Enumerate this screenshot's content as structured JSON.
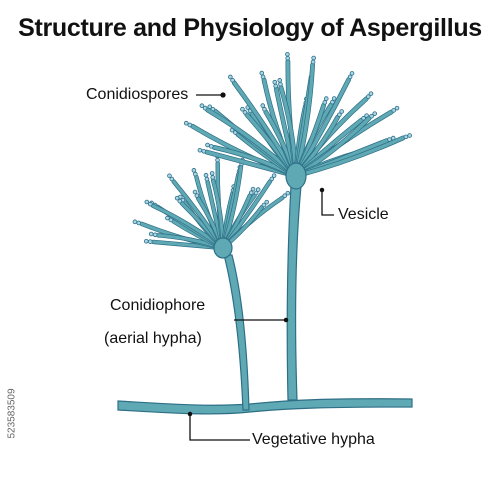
{
  "title": "Structure and Physiology of Aspergillus",
  "labels": {
    "conidiospores": "Conidiospores",
    "vesicle": "Vesicle",
    "conidiophore": "Conidiophore",
    "aerial_hypha": "(aerial hypha)",
    "vegetative_hypha": "Vegetative hypha"
  },
  "side_id": "523583509",
  "colors": {
    "hypha_fill": "#5fa9b5",
    "hypha_stroke": "#2e6f86",
    "spore": "#a8d6e6",
    "leader": "#111111"
  }
}
